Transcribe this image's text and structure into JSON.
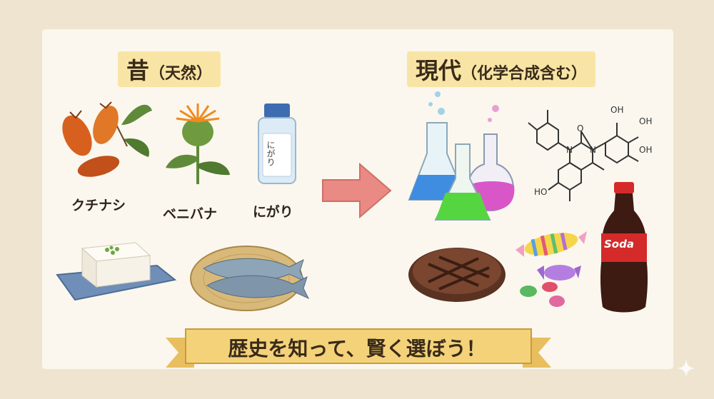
{
  "past": {
    "title": "昔",
    "subtitle": "（天然）",
    "items": [
      {
        "label": "クチナシ"
      },
      {
        "label": "ベニバナ"
      },
      {
        "label": "にがり"
      }
    ],
    "bottle_label": "にがり"
  },
  "modern": {
    "title": "現代",
    "subtitle": "（化学合成含む）",
    "molecule_labels": {
      "oh1": "OH",
      "oh2": "OH",
      "oh3": "OH",
      "oh4": "HO",
      "o": "O",
      "n1": "N",
      "n2": "N"
    },
    "soda_label": "Soda"
  },
  "banner": {
    "text": "歴史を知って、賢く選ぼう！"
  },
  "colors": {
    "background": "#efe4cf",
    "paper": "#fbf7ee",
    "label_highlight": "#f8e5a6",
    "arrow": "#e98a84",
    "banner": "#f3d27a"
  }
}
